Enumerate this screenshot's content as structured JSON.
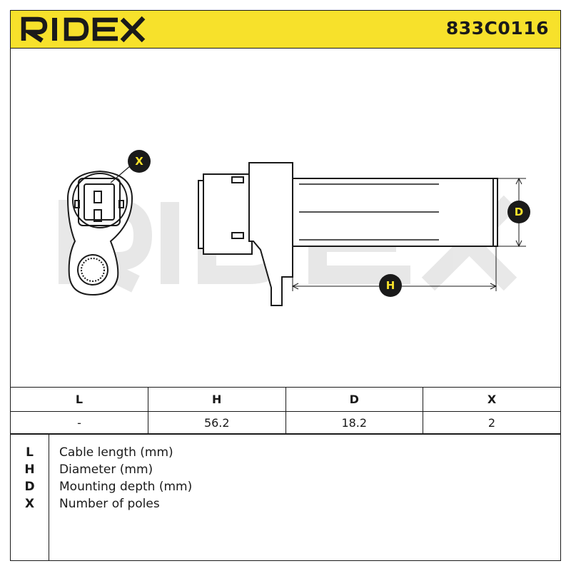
{
  "header": {
    "logo_text": "RIDEX",
    "part_number": "833C0116"
  },
  "drawing": {
    "watermark_text": "RIDEX",
    "callouts": {
      "x": "X",
      "d": "D",
      "h": "H"
    }
  },
  "dimension_table": {
    "headers": [
      "L",
      "H",
      "D",
      "X"
    ],
    "values": [
      "-",
      "56.2",
      "18.2",
      "2"
    ]
  },
  "legend": [
    {
      "key": "L",
      "description": "Cable length (mm)"
    },
    {
      "key": "H",
      "description": "Diameter (mm)"
    },
    {
      "key": "D",
      "description": "Mounting depth (mm)"
    },
    {
      "key": "X",
      "description": "Number of poles"
    }
  ],
  "colors": {
    "brand_yellow": "#f7e12b",
    "line": "#1a1a1a"
  }
}
